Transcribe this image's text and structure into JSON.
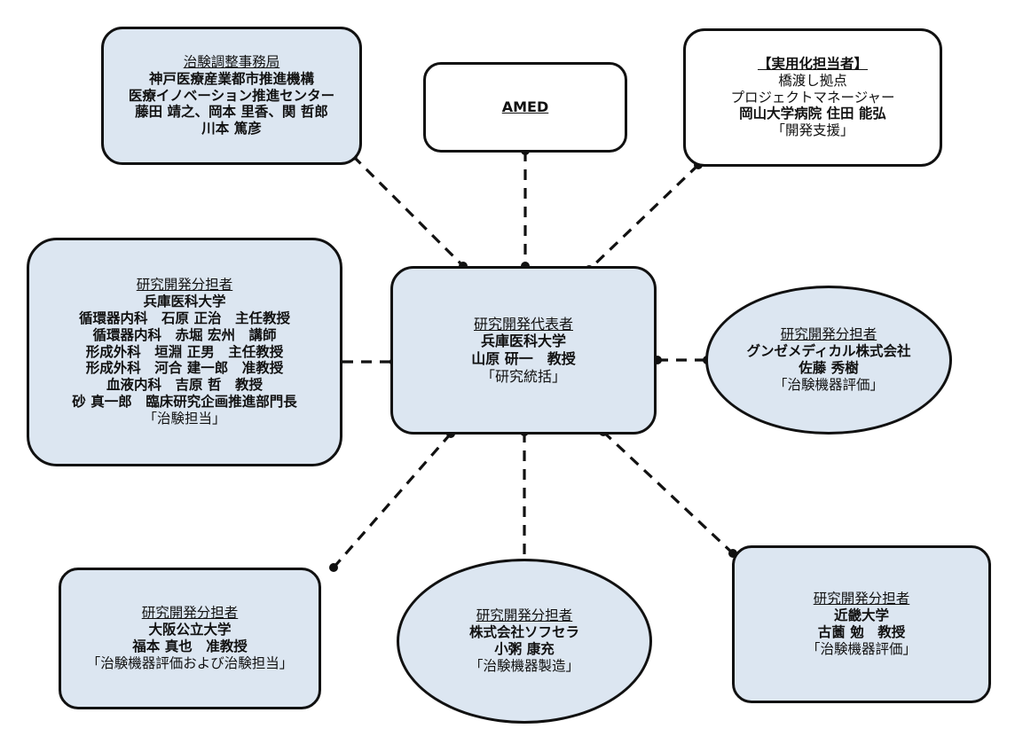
{
  "nodes": {
    "coord": {
      "role": "治験調整事務局",
      "lines": [
        "神戸医療産業都市推進機構",
        "医療イノベーション推進センター",
        "藤田 靖之、岡本 里香、関 哲郎",
        "川本 篤彦"
      ]
    },
    "amed": {
      "label": "AMED"
    },
    "practical": {
      "role": "【実用化担当者】",
      "lines": [
        "橋渡し拠点",
        "プロジェクトマネージャー",
        "岡山大学病院 住田 能弘",
        "「開発支援」"
      ]
    },
    "hyogo": {
      "role": "研究開発分担者",
      "lines": [
        "兵庫医科大学",
        "循環器内科　石原 正治　主任教授",
        "循環器内科　赤堀 宏州　講師",
        "形成外科　垣淵 正男　主任教授",
        "形成外科　河合 建一郎　准教授",
        "血液内科　吉原 哲　教授",
        "砂 真一郎　臨床研究企画推進部門長",
        "「治験担当」"
      ]
    },
    "lead": {
      "role": "研究開発代表者",
      "lines": [
        "兵庫医科大学",
        "山原 研一　教授",
        "「研究統括」"
      ]
    },
    "gunze": {
      "role": "研究開発分担者",
      "lines": [
        "グンゼメディカル株式会社",
        "佐藤 秀樹",
        "「治験機器評価」"
      ]
    },
    "osaka": {
      "role": "研究開発分担者",
      "lines": [
        "大阪公立大学",
        "福本 真也　准教授",
        "「治験機器評価および治験担当」"
      ]
    },
    "sofsera": {
      "role": "研究開発分担者",
      "lines": [
        "株式会社ソフセラ",
        "小粥 康充",
        "「治験機器製造」"
      ]
    },
    "kindai": {
      "role": "研究開発分担者",
      "lines": [
        "近畿大学",
        "古薗 勉　教授",
        "「治験機器評価」"
      ]
    }
  }
}
